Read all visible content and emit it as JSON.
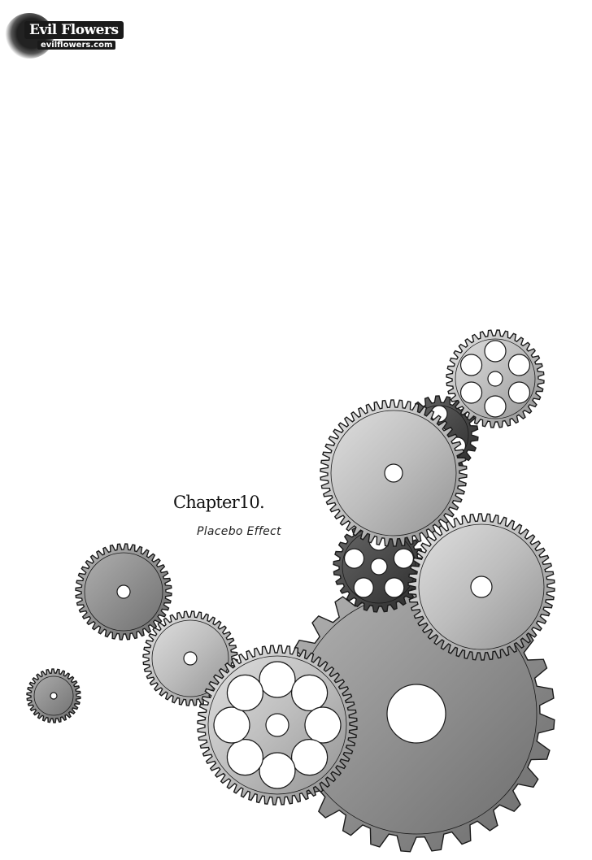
{
  "watermark": {
    "title": "Evil Flowers",
    "url": "evilflowers.com"
  },
  "chapter": {
    "title": "Chapter10.",
    "subtitle": "Placebo Effect"
  },
  "illustration": {
    "subject": "gears",
    "colors": {
      "ink": "#1a1a1a",
      "gear_fill_light": "#cfcfcf",
      "gear_fill_mid": "#9a9a9a",
      "gear_fill_dark": "#555555",
      "paper": "#ffffff"
    }
  }
}
